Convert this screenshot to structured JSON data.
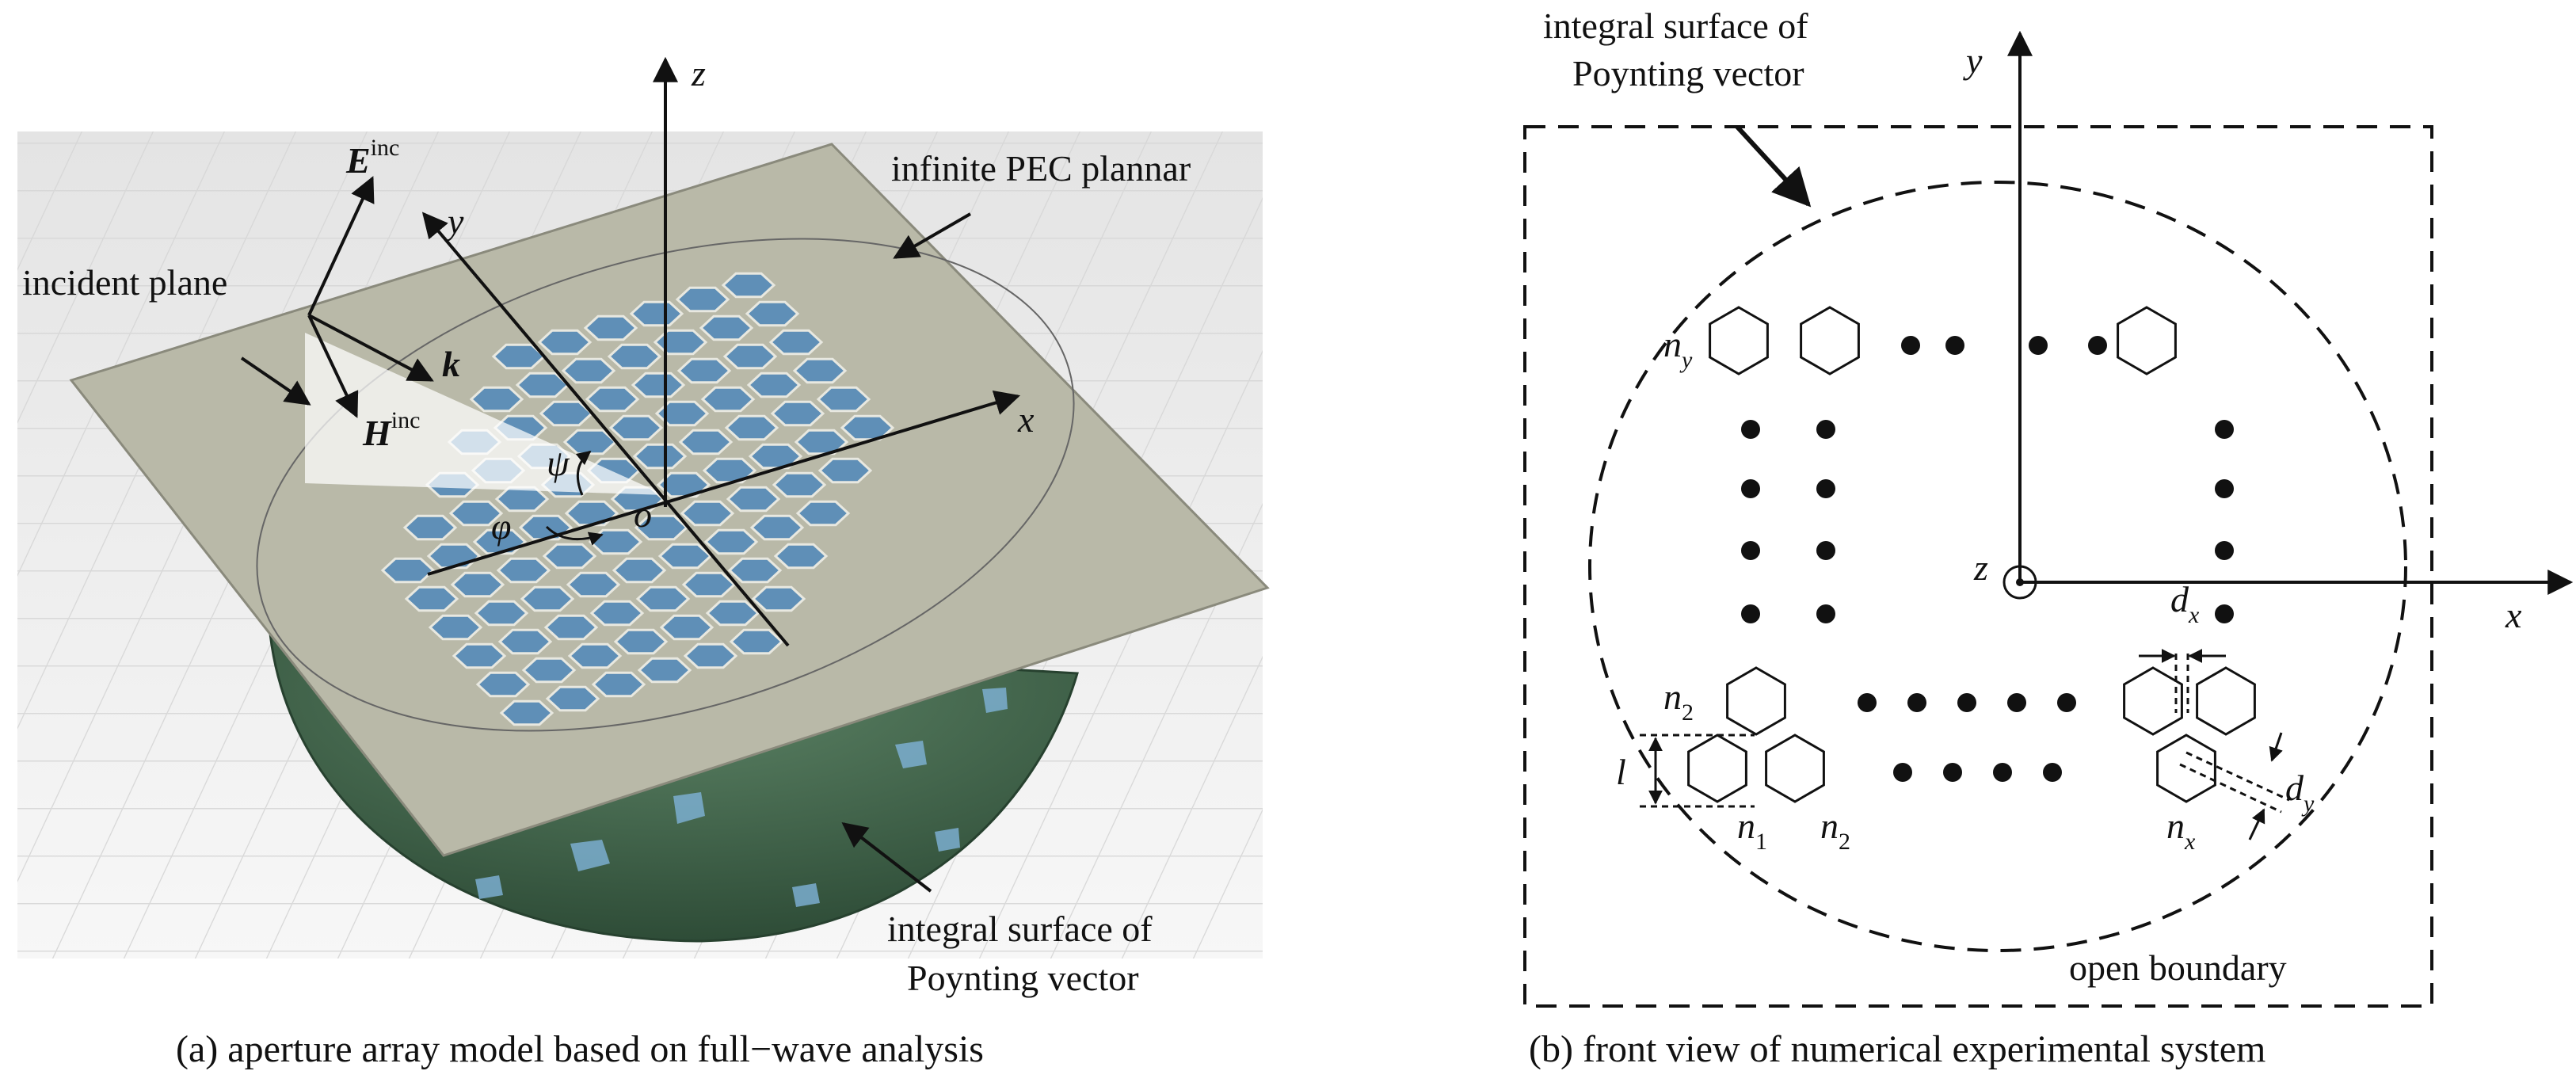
{
  "panel_a": {
    "caption": "(a) aperture array model based on full−wave analysis",
    "labels": {
      "z_axis": "z",
      "y_axis": "y",
      "x_axis": "x",
      "origin": "o",
      "e_field": "E",
      "e_sup": "inc",
      "h_field": "H",
      "h_sup": "inc",
      "k_vector": "k",
      "psi": "ψ",
      "phi": "φ",
      "incident_plane": "incident plane",
      "pec_planar": "infinite PEC plannar",
      "integral_surface_line1": "integral surface of",
      "integral_surface_line2": "Poynting vector"
    },
    "colors": {
      "plane": "#b9b9a8",
      "hexagon": "#5f8fb7",
      "hemisphere": "#3d6148",
      "grid": "#d8d8d8"
    }
  },
  "panel_b": {
    "caption": "(b) front view of numerical experimental system",
    "labels": {
      "y_axis": "y",
      "x_axis": "x",
      "z_axis": "z",
      "integral_surface_line1": "integral surface of",
      "integral_surface_line2": "Poynting vector",
      "open_boundary": "open boundary",
      "n_base": "n",
      "sub_y": "y",
      "sub_1": "1",
      "sub_2": "2",
      "sub_x": "x",
      "l_label": "l",
      "d_base": "d",
      "dx_sub": "x",
      "dy_sub": "y"
    }
  }
}
